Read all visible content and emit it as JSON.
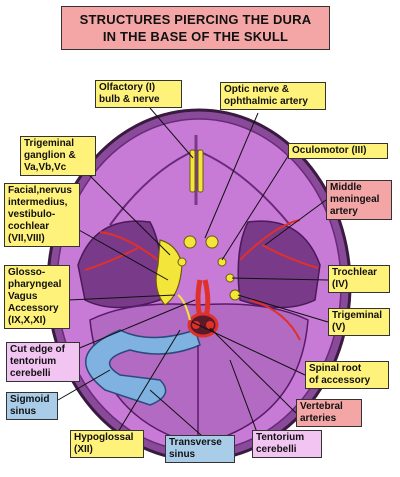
{
  "title": "STRUCTURES PIERCING THE DURA\nIN THE BASE OF THE SKULL",
  "labels": {
    "olfactory": "Olfactory (I)\nbulb & nerve",
    "optic": "Optic nerve &\nophthalmic artery",
    "trigeminal_ganglion": "Trigeminal\nganglion &\nVa,Vb,Vc",
    "oculomotor": "Oculomotor (III)",
    "facial": "Facial,nervus\nintermedius,\nvestibulo-\ncochlear\n(VII,VIII)",
    "middle_meningeal": "Middle\nmeningeal\nartery",
    "glosso": "Glosso-\npharyngeal\nVagus\nAccessory\n(IX,X,XI)",
    "trochlear": "Trochlear\n(IV)",
    "trigeminal_v": "Trigeminal\n(V)",
    "cut_edge": "Cut edge of\ntentorium\ncerebelli",
    "spinal_root": "Spinal root\nof accessory",
    "sigmoid": "Sigmoid\nsinus",
    "vertebral": "Vertebral\narteries",
    "hypoglossal": "Hypoglossal\n(XII)",
    "transverse": "Transverse\nsinus",
    "tentorium": "Tentorium\ncerebelli"
  },
  "colors": {
    "yellow_label": "#fff27a",
    "pink_label": "#f4a6a6",
    "lilac_label": "#f2c4f2",
    "blue_label": "#a9cde8",
    "skull_fill": "#c77ad6",
    "sinus_blue": "#7fb2e0",
    "artery_red": "#e0302a",
    "nerve_yellow": "#f3e53a"
  }
}
